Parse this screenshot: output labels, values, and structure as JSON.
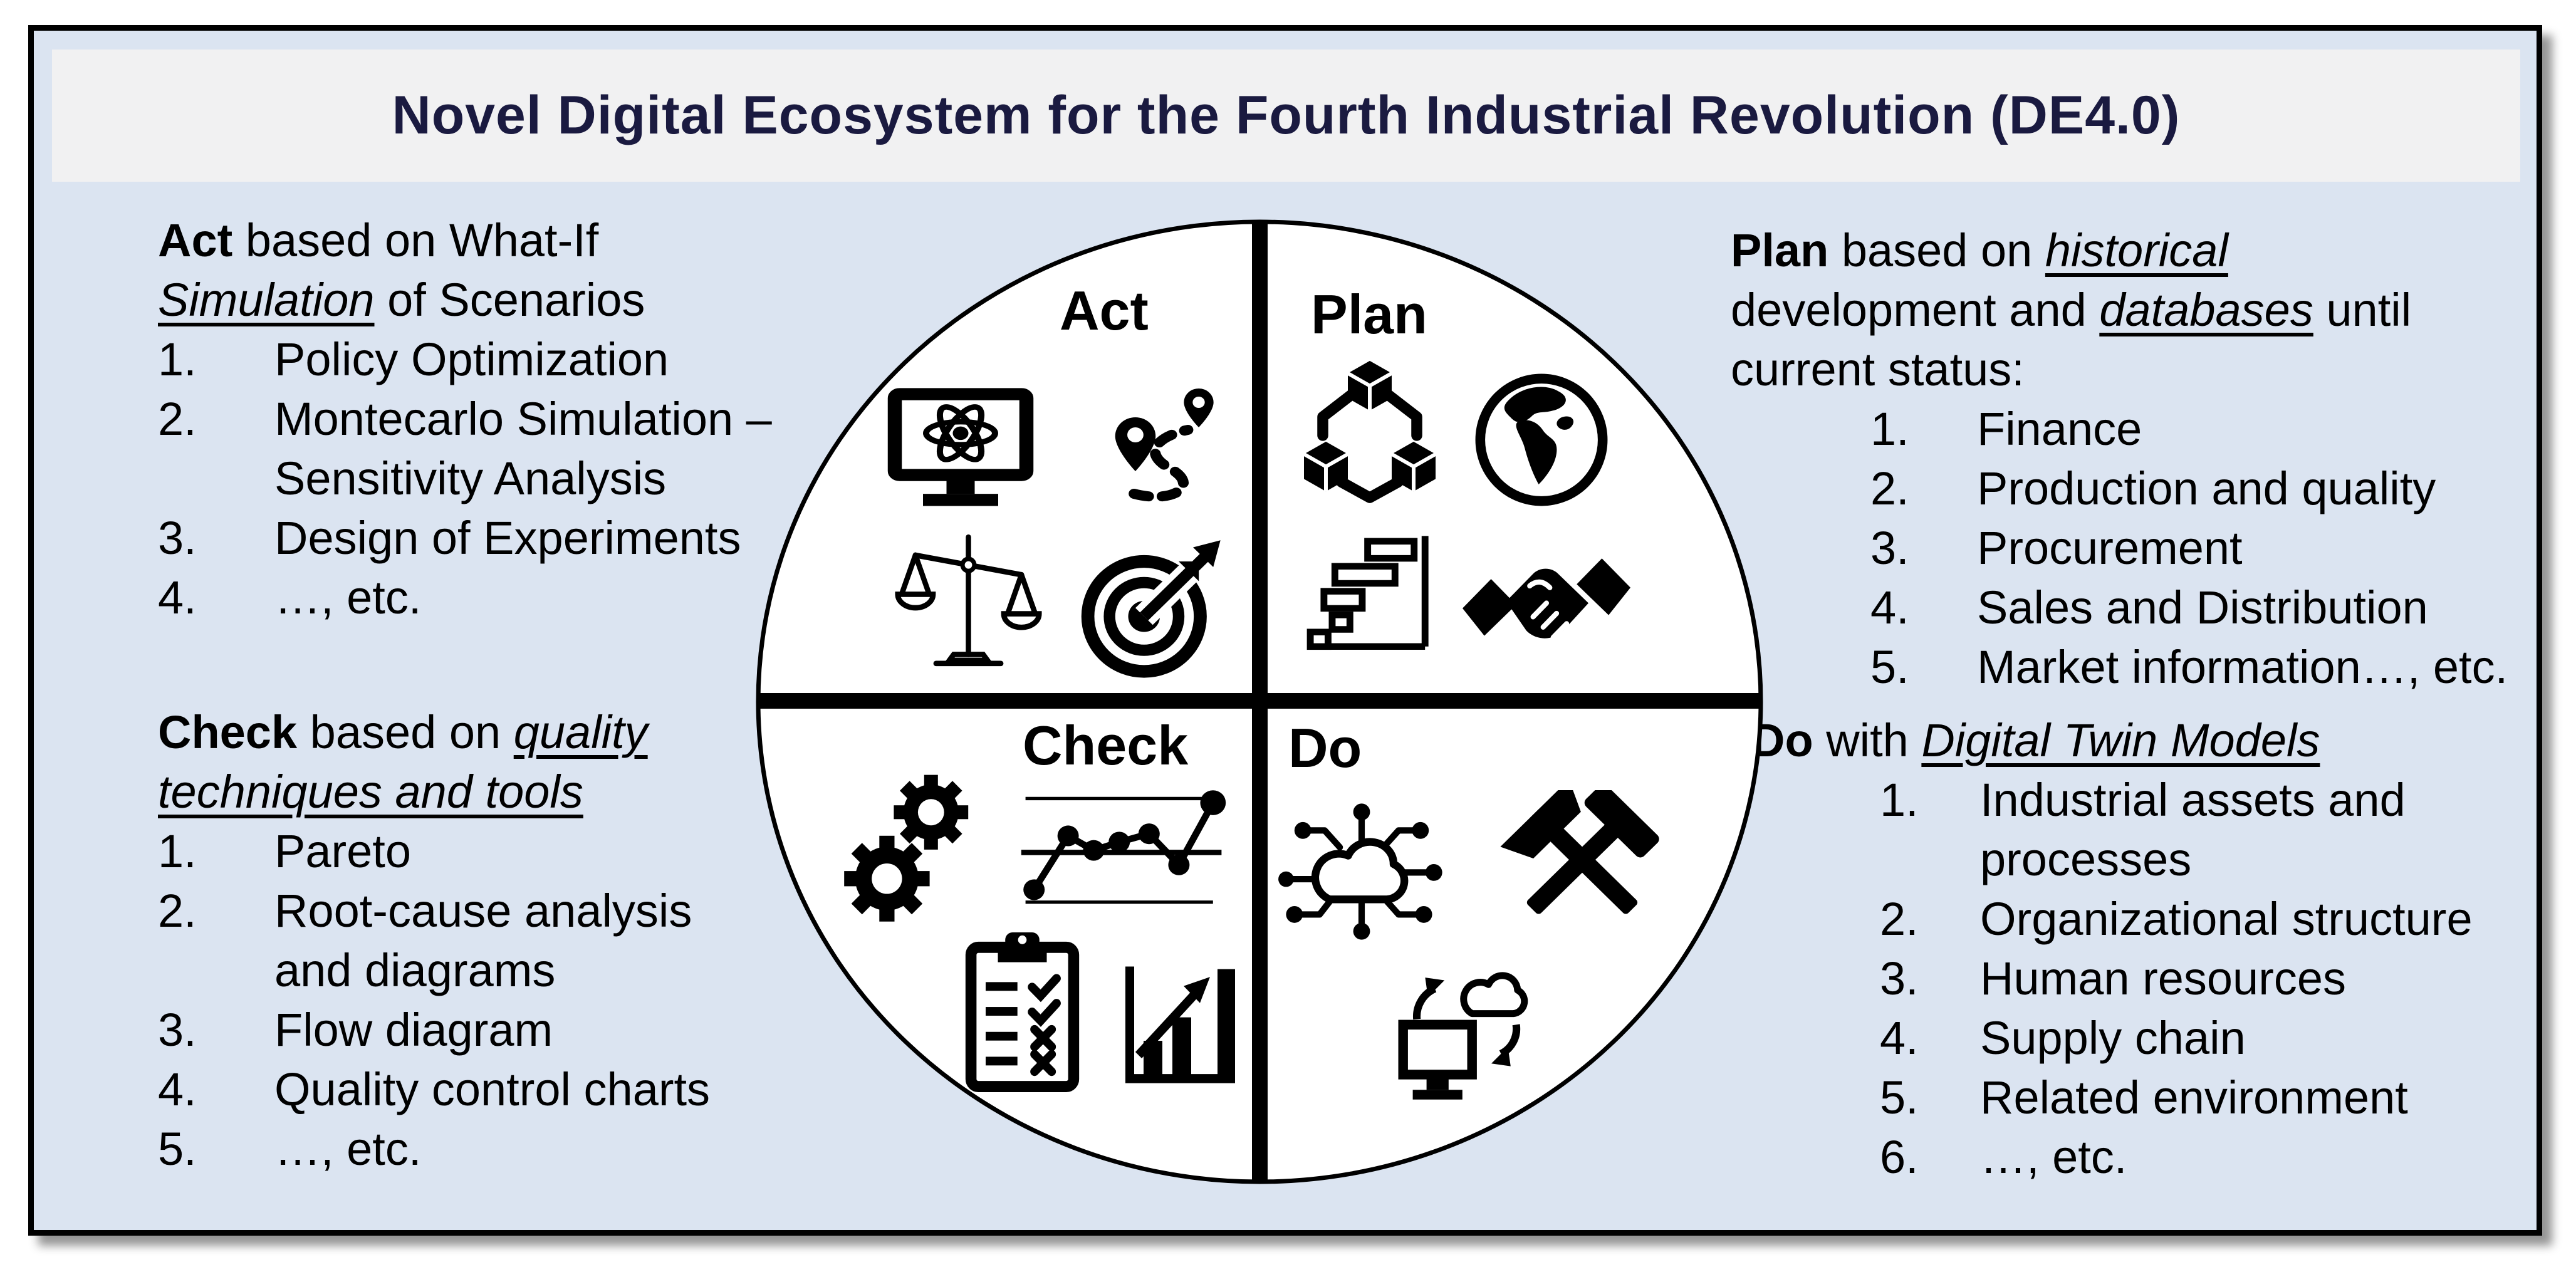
{
  "title": "Novel Digital Ecosystem for the Fourth Industrial Revolution (DE4.0)",
  "colors": {
    "background": "#dbe4f1",
    "title_band": "#f1f1f2",
    "title_text": "#1a1a40",
    "ink": "#000000",
    "circle_fill": "#ffffff"
  },
  "quadrants": [
    {
      "label": "Act",
      "icons": [
        "monitor-atom-icon",
        "route-pins-icon",
        "balance-scale-icon",
        "target-arrow-icon"
      ]
    },
    {
      "label": "Plan",
      "icons": [
        "cubes-hierarchy-icon",
        "globe-icon",
        "gantt-chart-icon",
        "handshake-icon"
      ]
    },
    {
      "label": "Check",
      "icons": [
        "gears-icon",
        "control-chart-icon",
        "checklist-clipboard-icon",
        "bar-chart-growth-icon"
      ]
    },
    {
      "label": "Do",
      "icons": [
        "iot-cloud-icon",
        "crossed-hammers-icon",
        "computer-cloud-sync-icon"
      ]
    }
  ],
  "sections": {
    "act": {
      "heading_lines": [
        [
          {
            "t": "Act",
            "b": true
          },
          {
            "t": " based on What-If"
          }
        ],
        [
          {
            "t": "Simulation",
            "iu": true
          },
          {
            "t": " of Scenarios"
          }
        ]
      ],
      "items": [
        "Policy Optimization",
        "Montecarlo Simulation –\nSensitivity Analysis",
        "Design of Experiments",
        "…, etc."
      ]
    },
    "check": {
      "heading_lines": [
        [
          {
            "t": "Check",
            "b": true
          },
          {
            "t": " based on "
          },
          {
            "t": "quality",
            "iu": true
          }
        ],
        [
          {
            "t": "techniques and tools",
            "iu": true
          }
        ]
      ],
      "items": [
        "Pareto",
        "Root-cause analysis\nand diagrams",
        "Flow diagram",
        "Quality control charts",
        "…, etc."
      ]
    },
    "plan": {
      "heading_lines": [
        [
          {
            "t": "Plan",
            "b": true
          },
          {
            "t": " based on "
          },
          {
            "t": "historical",
            "iu": true
          }
        ],
        [
          {
            "t": "development and "
          },
          {
            "t": "databases",
            "iu": true
          },
          {
            "t": " until"
          }
        ],
        [
          {
            "t": "current status:"
          }
        ]
      ],
      "items": [
        "Finance",
        "Production and quality",
        "Procurement",
        "Sales and Distribution",
        "Market information…, etc."
      ]
    },
    "do": {
      "heading_lines": [
        [
          {
            "t": "Do",
            "b": true
          },
          {
            "t": " with "
          },
          {
            "t": "Digital Twin Models",
            "iu": true
          }
        ]
      ],
      "items": [
        "Industrial assets and\nprocesses",
        "Organizational structure",
        "Human resources",
        "Supply chain",
        "Related environment",
        "…, etc."
      ]
    }
  }
}
